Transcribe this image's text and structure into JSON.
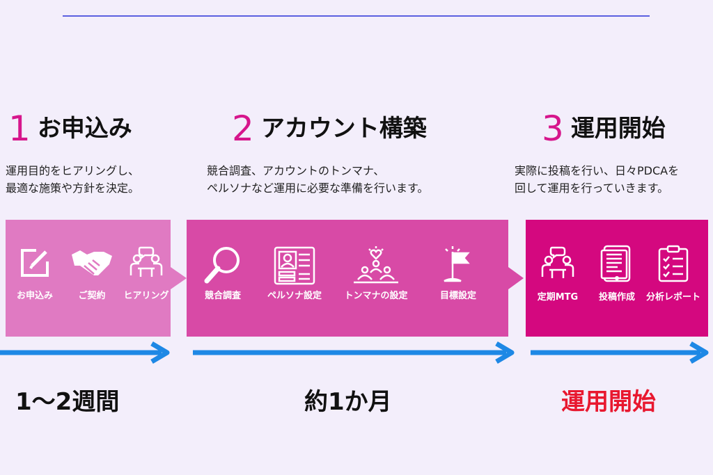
{
  "steps": [
    {
      "num": "1",
      "title": "お申込み",
      "desc": [
        "運用目的をヒアリングし、",
        "最適な施策や方針を決定。"
      ]
    },
    {
      "num": "2",
      "title": "アカウント構築",
      "desc": [
        "競合調査、アカウントのトンマナ、",
        "ペルソナなど運用に必要な準備を行います。"
      ]
    },
    {
      "num": "3",
      "title": "運用開始",
      "desc": [
        "実際に投稿を行い、日々PDCAを",
        "回して運用を行っていきます。"
      ]
    }
  ],
  "panel1": {
    "items": [
      {
        "label": "お申込み",
        "icon": "form-edit-icon"
      },
      {
        "label": "ご契約",
        "icon": "handshake-icon"
      },
      {
        "label": "ヒアリング",
        "icon": "meeting-icon"
      }
    ]
  },
  "panel2": {
    "items": [
      {
        "label": "競合調査",
        "icon": "magnifier-icon"
      },
      {
        "label": "ペルソナ設定",
        "icon": "id-card-icon"
      },
      {
        "label": "トンマナの設定",
        "icon": "team-heart-icon"
      },
      {
        "label": "目標設定",
        "icon": "flag-icon"
      }
    ]
  },
  "panel3": {
    "items": [
      {
        "label": "定期MTG",
        "icon": "meeting-icon"
      },
      {
        "label": "投稿作成",
        "icon": "tablet-icon"
      },
      {
        "label": "分析レポート",
        "icon": "checklist-icon"
      }
    ]
  },
  "periods": [
    "1〜2週間",
    "約1か月",
    "運用開始"
  ],
  "colors": {
    "panel1": "#e07ac2",
    "panel2": "#d84aa6",
    "panel3": "#d4087f",
    "arrow": "#1e88e5",
    "accent": "#d6168c",
    "red": "#e8182f"
  }
}
